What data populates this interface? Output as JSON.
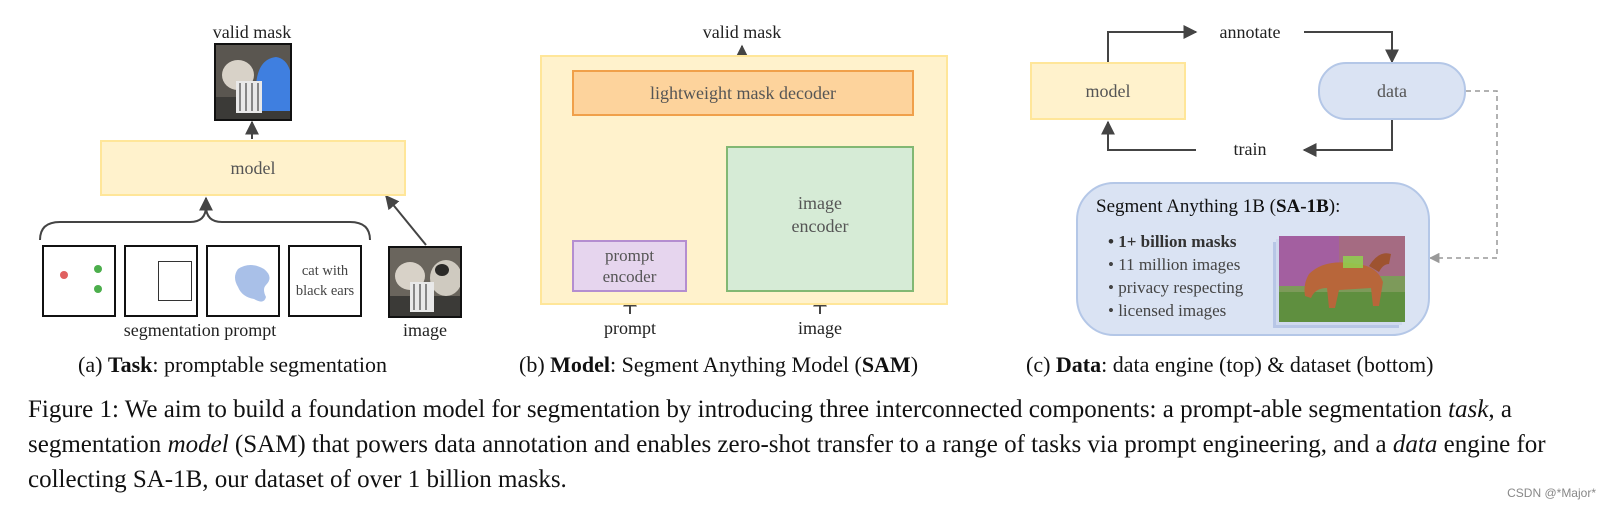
{
  "panel_a": {
    "valid_mask": "valid mask",
    "model": "model",
    "prompt_text": "cat with black ears",
    "segmentation_prompt": "segmentation prompt",
    "image": "image",
    "caption_prefix": "(a) ",
    "caption_bold": "Task",
    "caption_rest": ": promptable segmentation"
  },
  "panel_b": {
    "valid_mask": "valid mask",
    "decoder": "lightweight mask decoder",
    "prompt_encoder": "prompt encoder",
    "image_encoder": "image encoder",
    "prompt": "prompt",
    "image": "image",
    "caption_prefix": "(b) ",
    "caption_bold": "Model",
    "caption_mid": ": Segment Anything Model (",
    "caption_bold2": "SAM",
    "caption_end": ")"
  },
  "panel_c": {
    "model": "model",
    "data": "data",
    "annotate": "annotate",
    "train": "train",
    "dataset_title_pre": "Segment Anything 1B (",
    "dataset_title_bold": "SA-1B",
    "dataset_title_post": "):",
    "bullet_1": "• 1+ billion masks",
    "bullet_2": "• 11 million images",
    "bullet_3": "• privacy respecting",
    "bullet_4": "• licensed images",
    "caption_prefix": "(c) ",
    "caption_bold": "Data",
    "caption_rest": ": data engine (top) & dataset (bottom)"
  },
  "figure_caption": {
    "part1": "Figure 1: We aim to build a foundation model for segmentation by introducing three interconnected components: a prompt-able segmentation ",
    "task": "task",
    "part2": ", a segmentation ",
    "model": "model",
    "part3": " (SAM) that powers data annotation and enables zero-shot transfer to a range of tasks via prompt engineering, and a ",
    "data": "data",
    "part4": " engine for collecting SA-1B, our dataset of over 1 billion masks."
  },
  "watermark": "CSDN @*Major*",
  "colors": {
    "model_fill": "#fff2cc",
    "decoder_fill": "#fdd39c",
    "prompt_encoder_fill": "#e6d5ee",
    "image_encoder_fill": "#d6ebd6",
    "data_fill": "#dae3f3"
  }
}
